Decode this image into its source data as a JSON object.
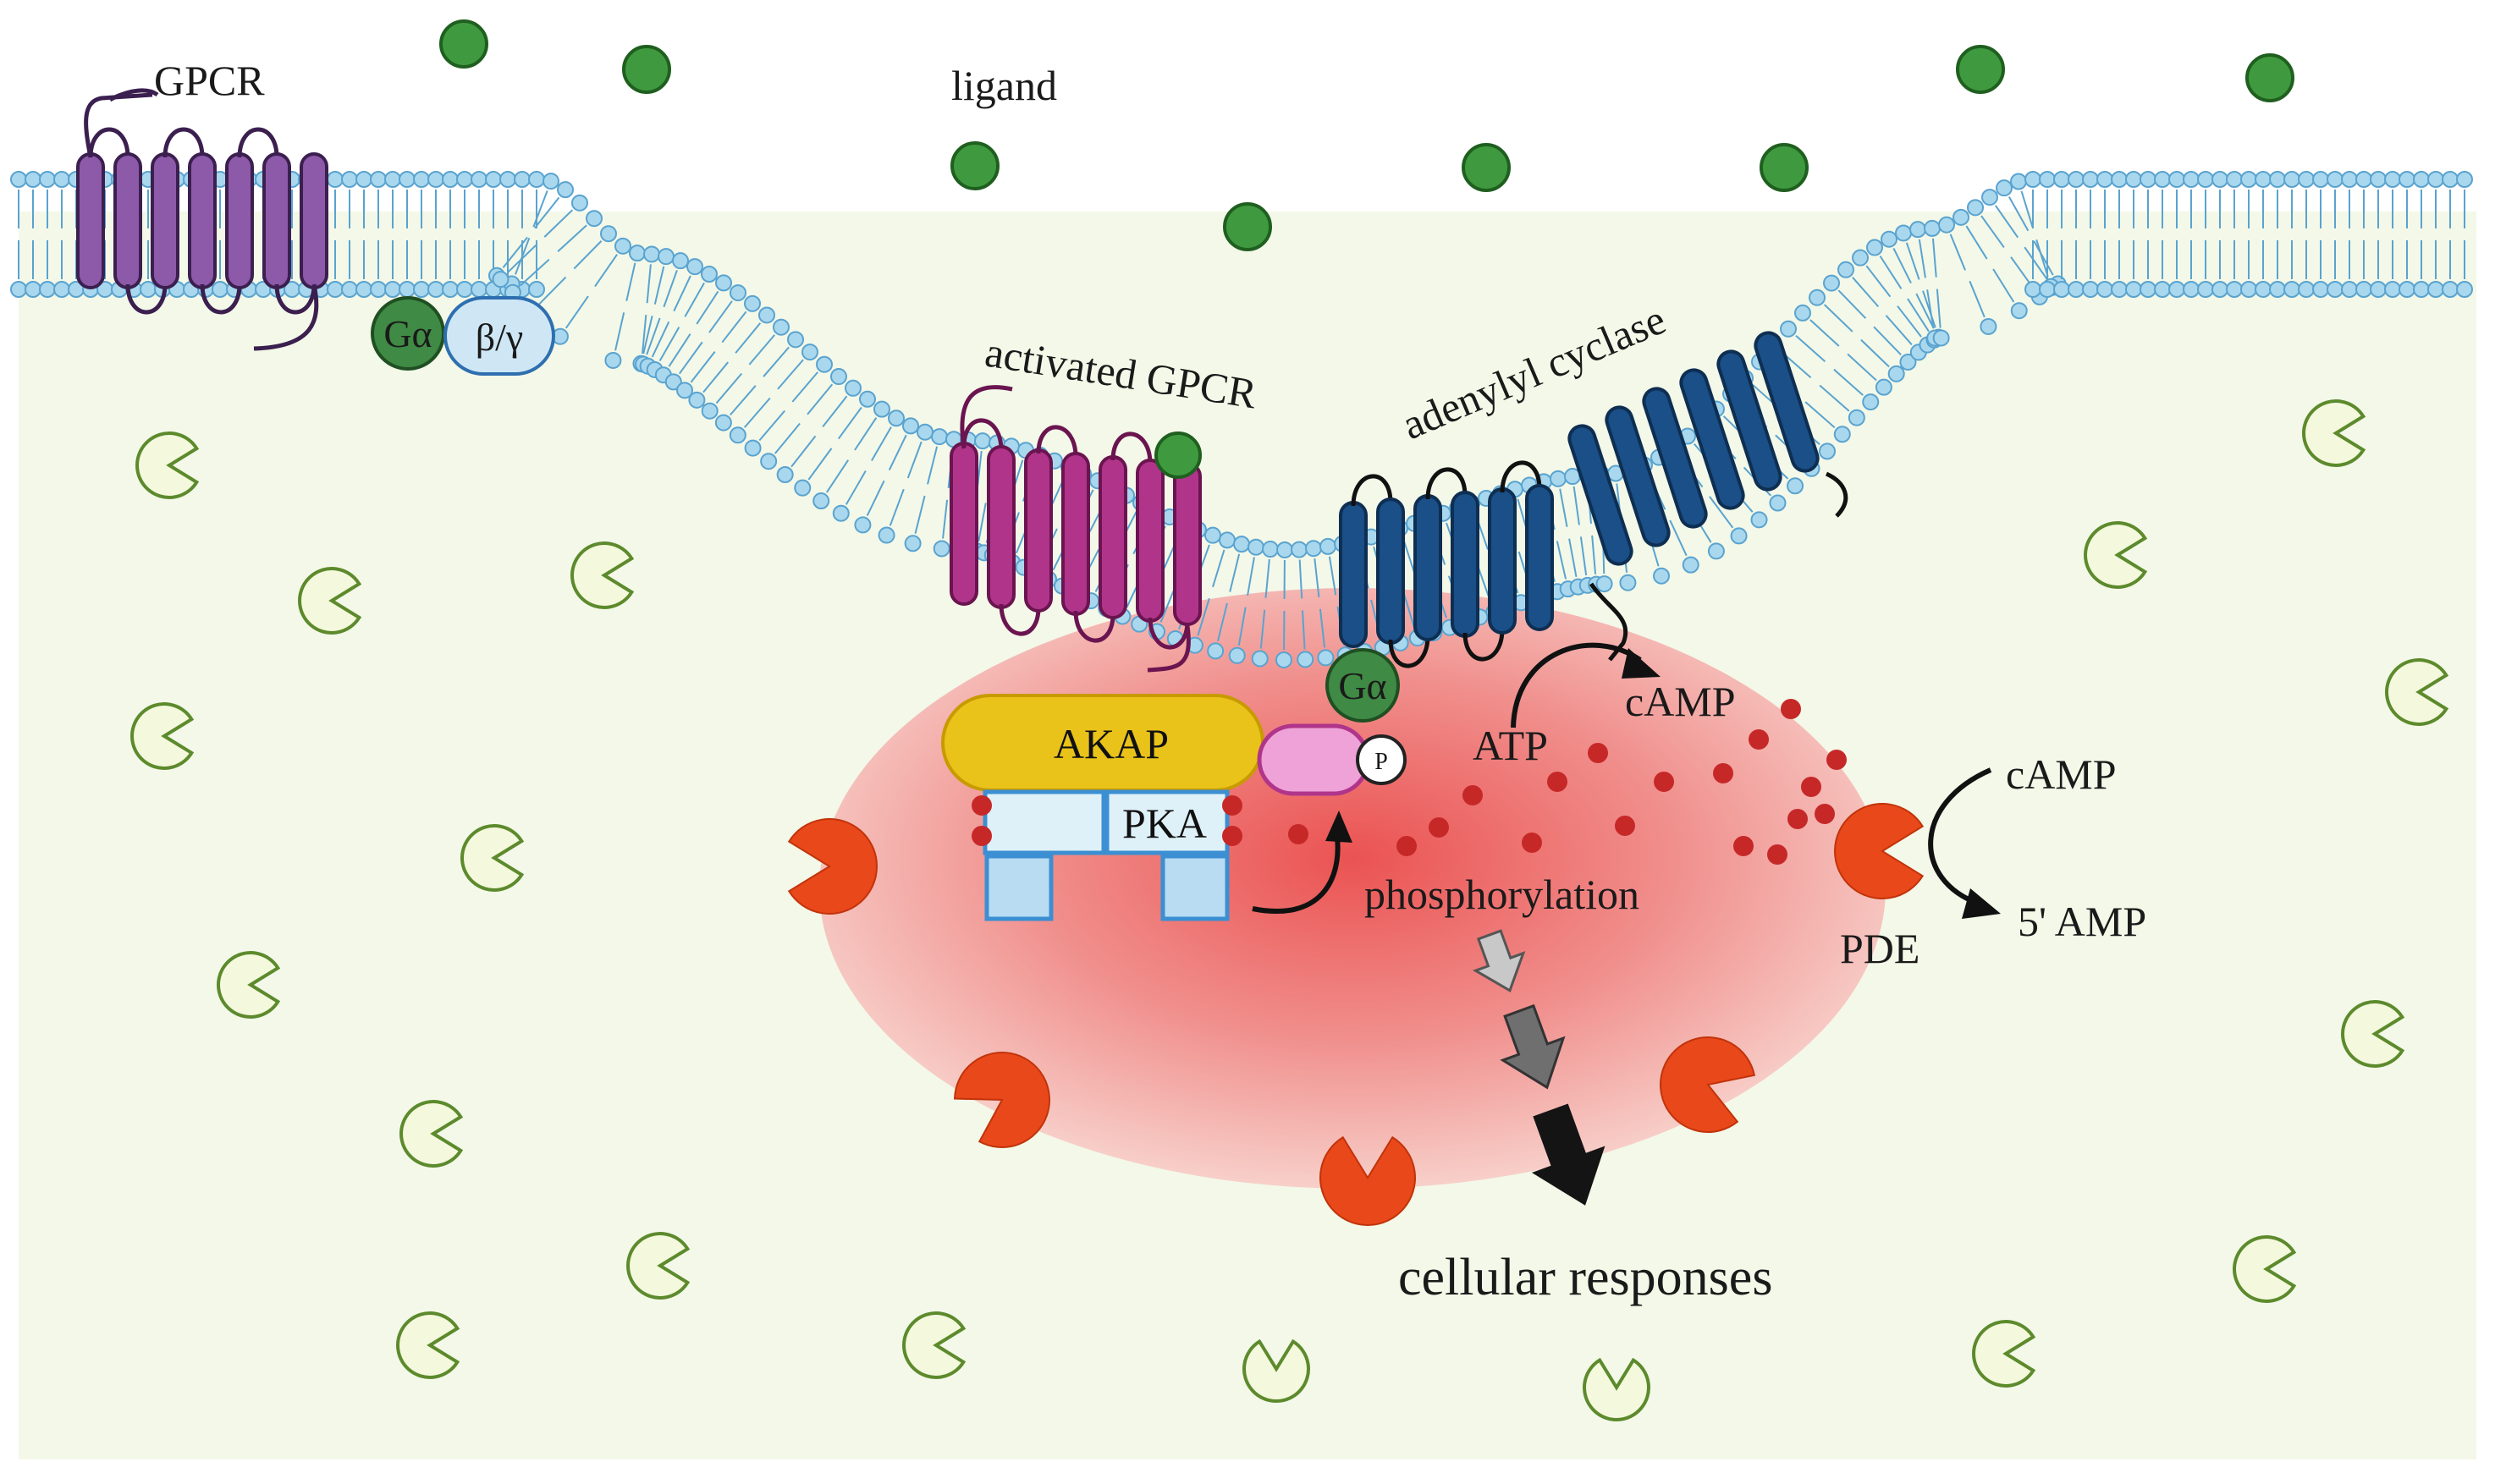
{
  "labels": {
    "gpcr": "GPCR",
    "ligand": "ligand",
    "g_alpha_inactive": "Gα",
    "beta_gamma": "β/γ",
    "activated_gpcr": "activated GPCR",
    "adenylyl_cyclase": "adenylyl cyclase",
    "g_alpha_active": "Gα",
    "akap": "AKAP",
    "pka": "PKA",
    "phospho_p": "P",
    "atp": "ATP",
    "camp_inner": "cAMP",
    "camp_outer": "cAMP",
    "amp_5": "5' AMP",
    "pde": "PDE",
    "phosphorylation": "phosphorylation",
    "cellular_responses": "cellular responses"
  },
  "colors": {
    "membrane_head": "#a9d8ee",
    "membrane_head_stroke": "#5aa3cf",
    "cytoplasm": "#f3f8e8",
    "ligand": "#3f9a3f",
    "ligand_stroke": "#1f5f1f",
    "gpcr_inactive": "#8c5aa8",
    "gpcr_active": "#b0358a",
    "adenylyl_cyclase": "#1a4f87",
    "akap": "#e9c21a",
    "pka": "#dff1f8",
    "pka_stroke": "#3b8fd2",
    "pde": "#e9481a",
    "pacman_fill": "#f4f8dc",
    "pacman_stroke": "#5c8a2c",
    "camp_dot": "#c62828",
    "microdomain": "#ef5a5a"
  }
}
